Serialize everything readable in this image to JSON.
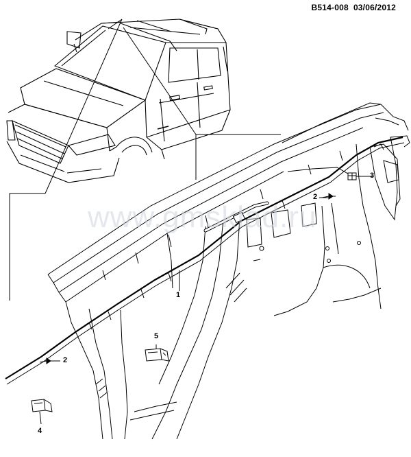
{
  "header": {
    "code": "B514-008",
    "date": "03/06/2012"
  },
  "watermark": "www.gmsklad.ru",
  "callouts": [
    {
      "id": "c1",
      "label": "1"
    },
    {
      "id": "c2a",
      "label": "2"
    },
    {
      "id": "c2b",
      "label": "2"
    },
    {
      "id": "c3",
      "label": "3"
    },
    {
      "id": "c4",
      "label": "4"
    },
    {
      "id": "c5",
      "label": "5"
    }
  ]
}
